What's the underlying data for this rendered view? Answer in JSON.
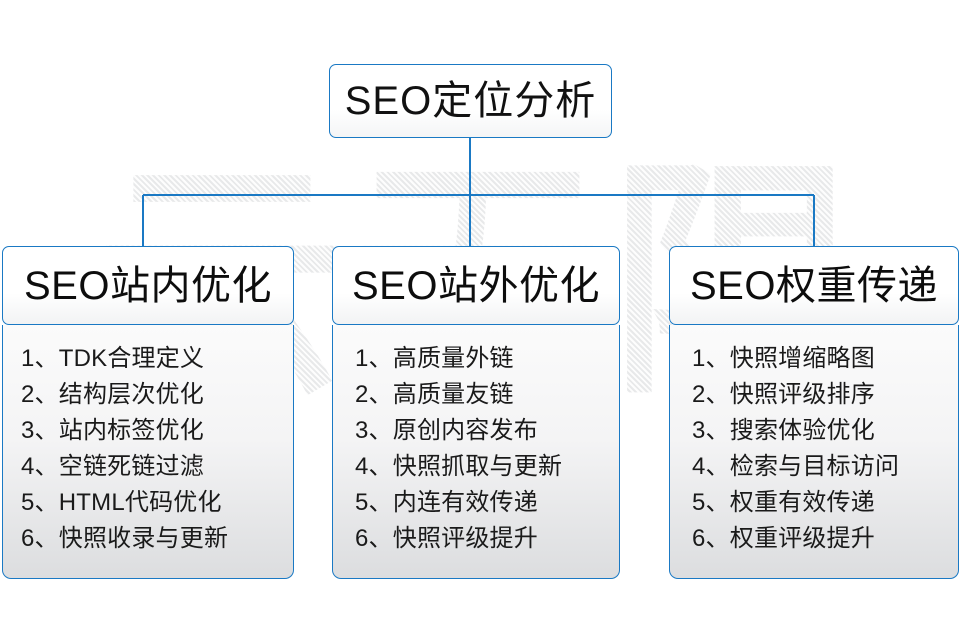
{
  "diagram": {
    "root": {
      "label": "SEO定位分析"
    },
    "watermark": {
      "text": "云无限"
    },
    "accent_color": "#1a79c4",
    "columns": [
      {
        "id": "seo-onsite",
        "header": "SEO站内优化",
        "items": [
          "1、TDK合理定义",
          "2、结构层次优化",
          "3、站内标签优化",
          "4、空链死链过滤",
          "5、HTML代码优化",
          "6、快照收录与更新"
        ]
      },
      {
        "id": "seo-offsite",
        "header": "SEO站外优化",
        "items": [
          "1、高质量外链",
          "2、高质量友链",
          "3、原创内容发布",
          "4、快照抓取与更新",
          "5、内连有效传递",
          "6、快照评级提升"
        ]
      },
      {
        "id": "seo-weight",
        "header": "SEO权重传递",
        "items": [
          "1、快照增缩略图",
          "2、快照评级排序",
          "3、搜索体验优化",
          "4、检索与目标访问",
          "5、权重有效传递",
          "6、权重评级提升"
        ]
      }
    ]
  }
}
